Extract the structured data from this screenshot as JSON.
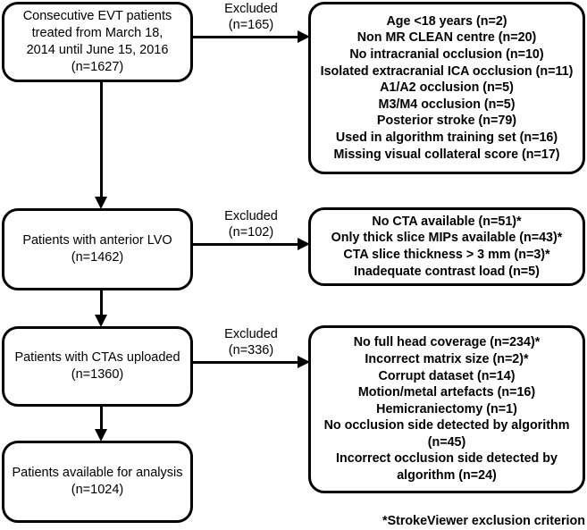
{
  "figure": {
    "type": "flowchart",
    "orientation": "top-to-bottom with right-side exclusion branches"
  },
  "nodes": {
    "enrolled": {
      "lines": [
        "Consecutive EVT patients",
        "treated from March 18,",
        "2014 until June 15, 2016",
        "(n=1627)"
      ]
    },
    "anterior_lvo": {
      "lines": [
        "Patients with anterior LVO",
        "(n=1462)"
      ]
    },
    "ctas_uploaded": {
      "lines": [
        "Patients with CTAs uploaded",
        "(n=1360)"
      ]
    },
    "available": {
      "lines": [
        "Patients available for analysis",
        "(n=1024)"
      ]
    }
  },
  "exclusions": {
    "first": {
      "label_lines": [
        "Excluded",
        "(n=165)"
      ],
      "reasons": [
        "Age <18 years (n=2)",
        "Non MR CLEAN centre (n=20)",
        "No intracranial occlusion (n=10)",
        "Isolated extracranial ICA occlusion (n=11)",
        "A1/A2 occlusion (n=5)",
        "M3/M4 occlusion (n=5)",
        "Posterior stroke (n=79)",
        "Used in algorithm training set (n=16)",
        "Missing visual collateral score (n=17)"
      ]
    },
    "second": {
      "label_lines": [
        "Excluded",
        "(n=102)"
      ],
      "reasons": [
        "No CTA available (n=51)*",
        "Only thick slice MIPs available (n=43)*",
        "CTA slice thickness > 3 mm (n=3)*",
        "Inadequate contrast load (n=5)"
      ]
    },
    "third": {
      "label_lines": [
        "Excluded",
        "(n=336)"
      ],
      "reasons": [
        "No full head coverage (n=234)*",
        "Incorrect matrix size (n=2)*",
        "Corrupt dataset  (n=14)",
        "Motion/metal artefacts (n=16)",
        "Hemicraniectomy (n=1)",
        "No occlusion side detected by algorithm",
        "(n=45)",
        "Incorrect occlusion side detected by",
        "algorithm (n=24)"
      ]
    }
  },
  "footnote": {
    "text": "*StrokeViewer exclusion criterion"
  },
  "colors": {
    "stroke": "#000000",
    "background": "#ffffff",
    "text": "#000000"
  }
}
